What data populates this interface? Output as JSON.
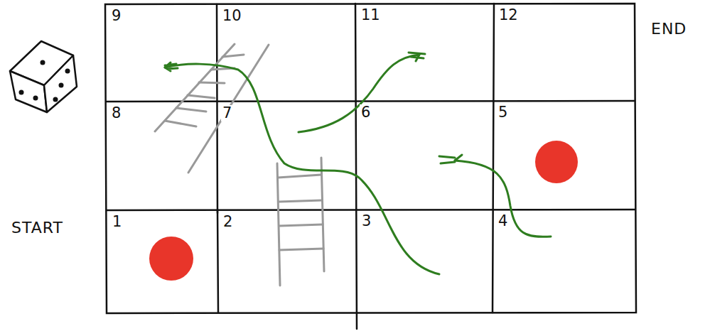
{
  "diagram": {
    "nodes": [
      {
        "text": [
          "9"
        ]
      },
      {
        "text": [
          "10"
        ]
      },
      {
        "text": [
          "11"
        ]
      },
      {
        "text": [
          "12"
        ]
      },
      {
        "text": [
          "8"
        ]
      },
      {
        "text": [
          "7"
        ]
      },
      {
        "text": [
          "6"
        ]
      },
      {
        "text": [
          "5"
        ]
      },
      {
        "text": [
          "1"
        ]
      },
      {
        "text": [
          "2"
        ]
      },
      {
        "text": [
          "3"
        ]
      },
      {
        "text": [
          "4"
        ]
      }
    ],
    "labels": [
      "END",
      "START"
    ]
  }
}
